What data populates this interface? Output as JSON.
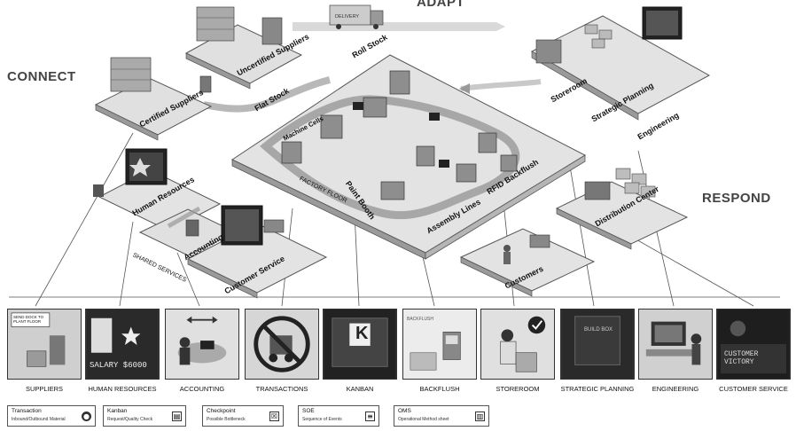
{
  "headings": {
    "connect": "CONNECT",
    "adapt": "ADAPT",
    "respond": "RESPOND"
  },
  "zones": {
    "certified_suppliers": "Certified Suppliers",
    "uncertified_suppliers": "Uncertified Suppliers",
    "flat_stock": "Flat Stock",
    "roll_stock": "Roll Stock",
    "machine_cells": "Machine Cells",
    "factory_floor": "FACTORY FLOOR",
    "paint_booth": "Paint Booth",
    "assembly_lines": "Assembly Lines",
    "rfid_backflush": "RFID Backflush",
    "storeroom": "Storeroom",
    "strategic_planning": "Strategic Planning",
    "engineering": "Engineering",
    "distribution_center": "Distribution Center",
    "customers": "Customers",
    "human_resources": "Human Resources",
    "accounting": "Accounting",
    "customer_service": "Customer Service",
    "shared_services": "SHARED SERVICES"
  },
  "truck_text": "DELIVERY",
  "panels": [
    {
      "label": "SUPPLIERS",
      "text": "SEND DOCK TO PLANT FLOOR"
    },
    {
      "label": "HUMAN RESOURCES",
      "text": "SALARY $6000"
    },
    {
      "label": "ACCOUNTING",
      "text": ""
    },
    {
      "label": "TRANSACTIONS",
      "text": ""
    },
    {
      "label": "KANBAN",
      "text": "K"
    },
    {
      "label": "BACKFLUSH",
      "text": "BACKFLUSH"
    },
    {
      "label": "STOREROOM",
      "text": ""
    },
    {
      "label": "STRATEGIC PLANNING",
      "text": "BUILD BOX"
    },
    {
      "label": "ENGINEERING",
      "text": ""
    },
    {
      "label": "CUSTOMER SERVICE",
      "text": "CUSTOMER VICTORY"
    }
  ],
  "legend": [
    {
      "title": "Transaction",
      "sub": "Inbound/Outbound Material",
      "icon": "circle-icon"
    },
    {
      "title": "Kanban",
      "sub": "Request/Quality Check",
      "icon": "card-icon"
    },
    {
      "title": "Checkpoint",
      "sub": "Possible Bottleneck",
      "icon": "check-box-icon"
    },
    {
      "title": "SOE",
      "sub": "Sequence of Events",
      "icon": "list-icon"
    },
    {
      "title": "OMS",
      "sub": "Operational Method sheet",
      "icon": "sheet-icon"
    }
  ]
}
